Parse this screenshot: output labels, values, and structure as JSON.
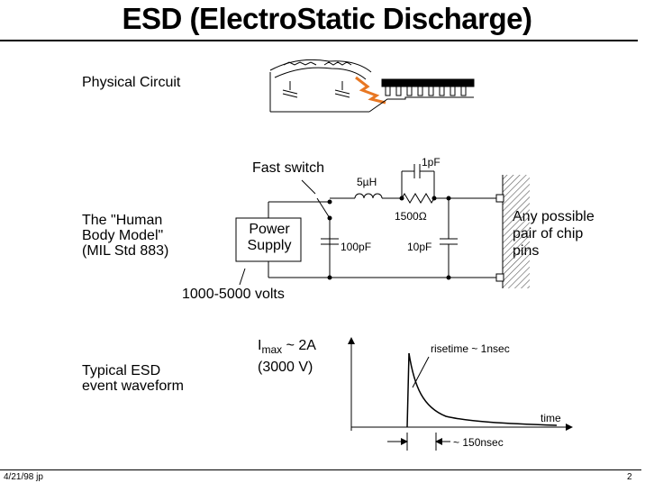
{
  "title": "ESD (ElectroStatic Discharge)",
  "sections": {
    "physical": "Physical Circuit",
    "hbm_line1": "The \"Human",
    "hbm_line2": "Body Model\"",
    "hbm_line3": "(MIL Std 883)",
    "waveform_line1": "Typical ESD",
    "waveform_line2": "event waveform"
  },
  "circuit": {
    "fast_switch": "Fast switch",
    "inductor": "5µH",
    "cap_top": "1pF",
    "resistor": "1500Ω",
    "power_supply_line1": "Power",
    "power_supply_line2": "Supply",
    "cap_left": "100pF",
    "cap_right": "10pF",
    "voltage": "1000-5000 volts",
    "pins_line1": "Any possible",
    "pins_line2": "pair of chip",
    "pins_line3": "pins"
  },
  "waveform": {
    "imax_prefix": "I",
    "imax_sub": "max",
    "imax_suffix": " ~ 2A",
    "voltage_note": "(3000 V)",
    "risetime": "risetime ~ 1nsec",
    "time_axis": "time",
    "decay": "~ 150nsec"
  },
  "footer": {
    "date": "4/21/98 jp",
    "page": "2"
  },
  "colors": {
    "spark": "#e87722",
    "ink": "#000000",
    "hatch": "#555555"
  }
}
